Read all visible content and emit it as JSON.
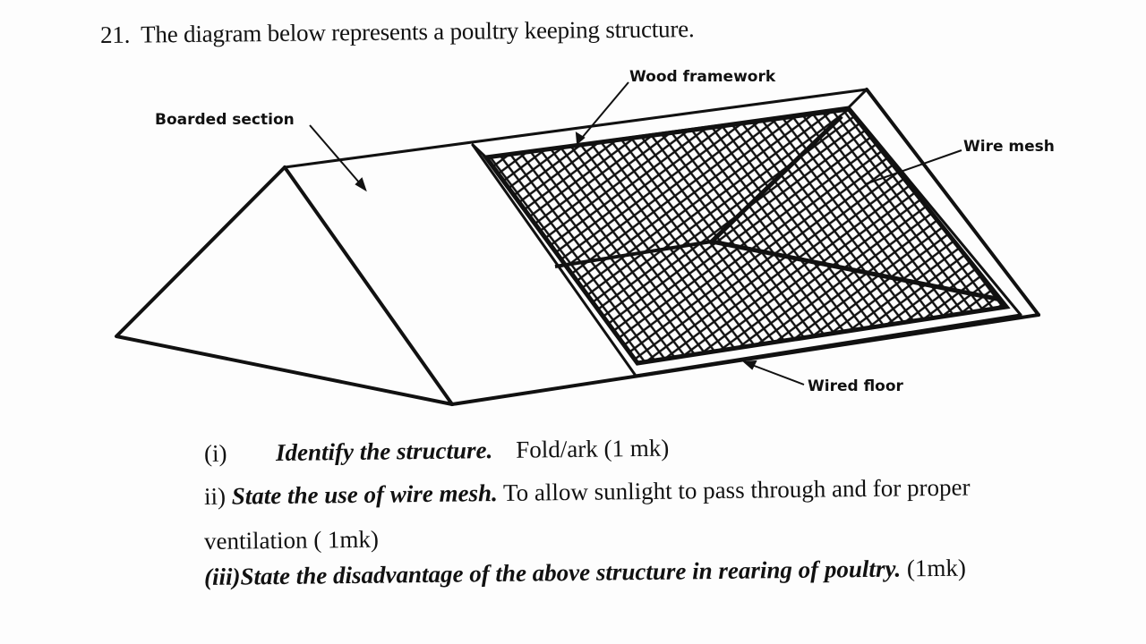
{
  "question": {
    "number": "21.",
    "text": "The diagram below represents a poultry keeping structure."
  },
  "diagram": {
    "labels": {
      "boarded_section": "Boarded section",
      "wood_framework": "Wood framework",
      "wire_mesh": "Wire mesh",
      "wired_floor": "Wired floor"
    }
  },
  "parts": {
    "i": {
      "number": "(i)",
      "prompt": "Identify the structure.",
      "answer": "Fold/ark (1 mk)"
    },
    "ii": {
      "number": "ii)",
      "prompt": "State the use of wire mesh.",
      "answer_line1": "To allow sunlight to pass through and for proper",
      "answer_line2": "ventilation ( 1mk)"
    },
    "iii": {
      "prompt": "(iii)State the disadvantage of the above structure in rearing of poultry.",
      "marks": "(1mk)"
    }
  }
}
